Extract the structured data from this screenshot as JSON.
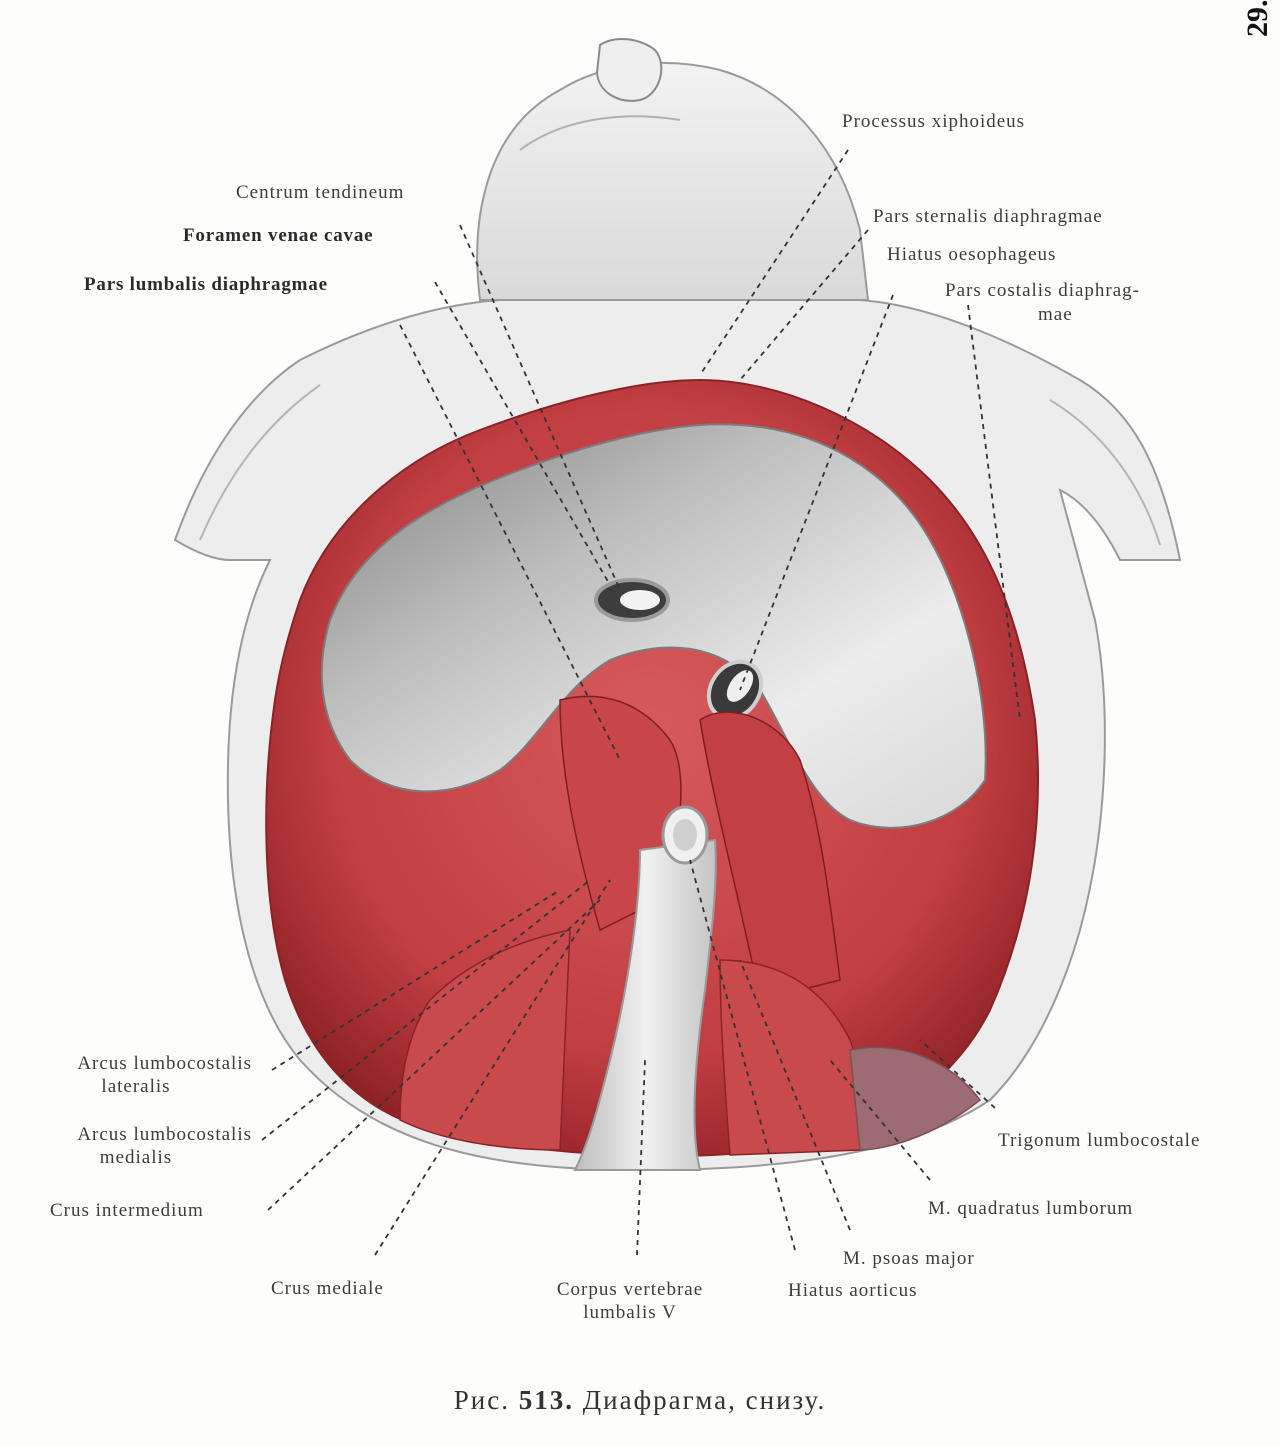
{
  "plate_number": "29.",
  "caption": {
    "prefix": "Рис.",
    "number": "513.",
    "text": "Диафрагма, снизу."
  },
  "labels": {
    "processus_xiphoideus": "Processus xiphoideus",
    "centrum_tendineum": "Centrum tendineum",
    "pars_sternalis": "Pars sternalis diaphragmae",
    "foramen_venae_cavae": "Foramen venae cavae",
    "hiatus_oesophageus": "Hiatus oesophageus",
    "pars_lumbalis": "Pars lumbalis diaphragmae",
    "pars_costalis_1": "Pars costalis diaphrag-",
    "pars_costalis_2": "mae",
    "arcus_lateralis_1": "Arcus lumbocostalis",
    "arcus_lateralis_2": "lateralis",
    "arcus_medialis_1": "Arcus lumbocostalis",
    "arcus_medialis_2": "medialis",
    "trigonum": "Trigonum lumbocostale",
    "crus_intermedium": "Crus intermedium",
    "quadratus": "M. quadratus lumborum",
    "psoas": "M. psoas major",
    "crus_mediale": "Crus mediale",
    "corpus_1": "Corpus vertebrae",
    "corpus_2": "lumbalis V",
    "hiatus_aorticus": "Hiatus aorticus"
  },
  "colors": {
    "muscle": "#c8464a",
    "muscle_dark": "#9b2a2e",
    "tendon": "#e4e4e4",
    "tendon_shadow": "#8e8e8e",
    "body_outline": "#9a9a9a"
  }
}
